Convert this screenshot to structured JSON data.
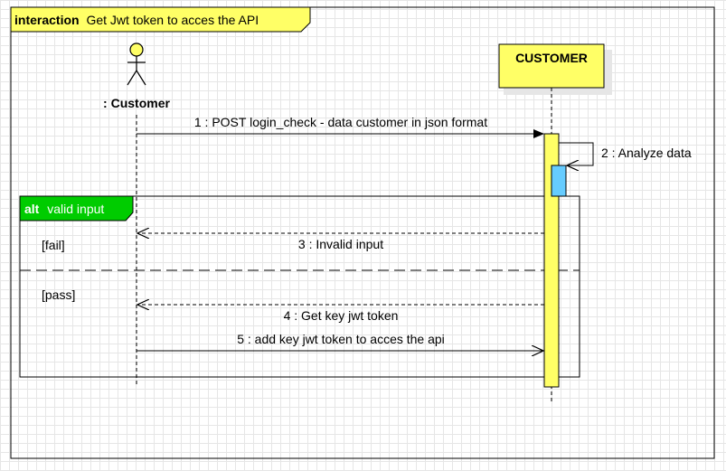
{
  "frame": {
    "keyword": "interaction",
    "title": "Get Jwt token to acces the API"
  },
  "lifelines": {
    "actor": ": Customer",
    "object": "CUSTOMER"
  },
  "messages": [
    {
      "text": "1 : POST login_check - data customer in json format"
    },
    {
      "text": "2 : Analyze data"
    },
    {
      "text": "3 : Invalid input"
    },
    {
      "text": "4 : Get key jwt token"
    },
    {
      "text": "5 : add key jwt token to acces the api"
    }
  ],
  "fragment": {
    "operator": "alt",
    "label": "valid input",
    "guards": [
      "[fail]",
      "[pass]"
    ]
  },
  "colors": {
    "frame_tab": "#ffff66",
    "object_box": "#ffff66",
    "activation": "#ffff66",
    "nested_activation": "#66ccff",
    "fragment_tab": "#00cc00",
    "actor_head": "#ffff66"
  }
}
